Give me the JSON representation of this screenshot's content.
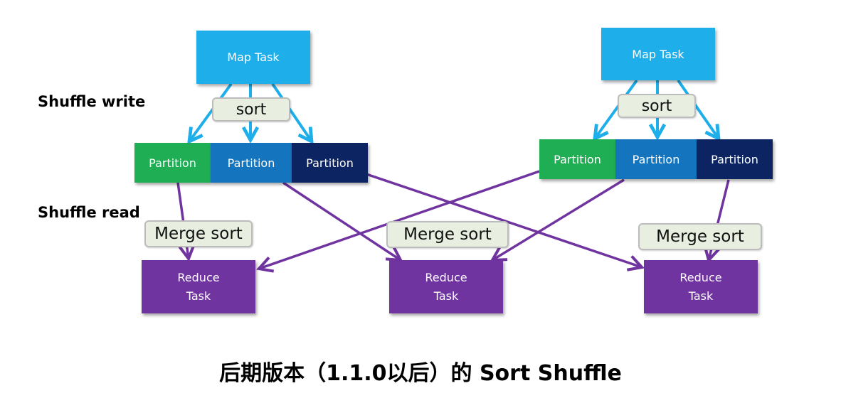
{
  "labels": {
    "shuffle_write": "Shuffle write",
    "shuffle_read": "Shuffle read"
  },
  "map_tasks": [
    {
      "label": "Map Task",
      "sort_label": "sort",
      "partitions": [
        "Partition",
        "Partition",
        "Partition"
      ]
    },
    {
      "label": "Map Task",
      "sort_label": "sort",
      "partitions": [
        "Partition",
        "Partition",
        "Partition"
      ]
    }
  ],
  "reduce_tasks": [
    {
      "line1": "Reduce",
      "line2": "Task",
      "merge_label": "Merge sort"
    },
    {
      "line1": "Reduce",
      "line2": "Task",
      "merge_label": "Merge sort"
    },
    {
      "line1": "Reduce",
      "line2": "Task",
      "merge_label": "Merge sort"
    }
  ],
  "colors": {
    "map": "#1eaeea",
    "partition_1": "#1fae54",
    "partition_2": "#1474be",
    "partition_3": "#0c2461",
    "reduce": "#7034a0",
    "write_arrow": "#1eaeea",
    "read_arrow": "#7034a0",
    "tag_bg": "#e9efe0"
  },
  "caption": "后期版本（1.1.0以后）的 Sort Shuffle"
}
